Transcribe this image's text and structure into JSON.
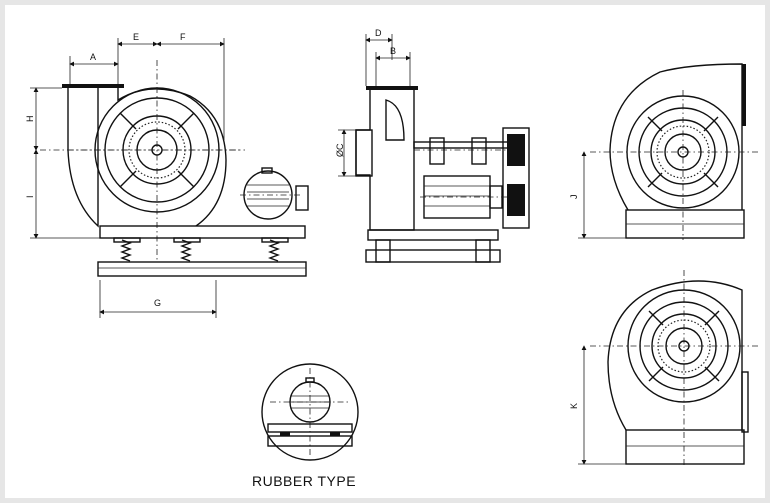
{
  "dimension_labels": {
    "a": "A",
    "b": "B",
    "c": "ØC",
    "d": "D",
    "e": "E",
    "f": "F",
    "g": "G",
    "h": "H",
    "i": "I",
    "j": "J",
    "k": "K"
  },
  "caption": "RUBBER TYPE"
}
